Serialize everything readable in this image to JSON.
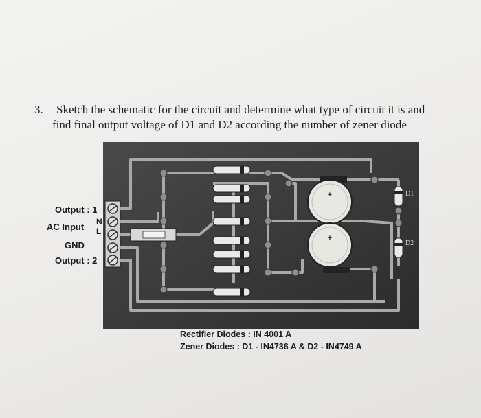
{
  "question": {
    "number": "3.",
    "line1": "Sketch the schematic for the circuit and determine what type of circuit it is and",
    "line2": "find final output voltage of D1 and D2 according the number of zener diode"
  },
  "board_labels": {
    "output1": "Output : 1",
    "ac_input": "AC Input",
    "n": "N",
    "l": "L",
    "gnd": "GND",
    "output2": "Output : 2",
    "d1": "D1",
    "d2": "D2",
    "cap_plus": "+"
  },
  "notes": {
    "rectifier": "Rectifier Diodes : IN 4001 A",
    "zener": "Zener Diodes : D1 - IN4736 A & D2 - IN4749 A"
  },
  "colors": {
    "board": "#3a3a3a",
    "trace": "#a9a9a9",
    "capacitor": "#e8e8e2"
  }
}
